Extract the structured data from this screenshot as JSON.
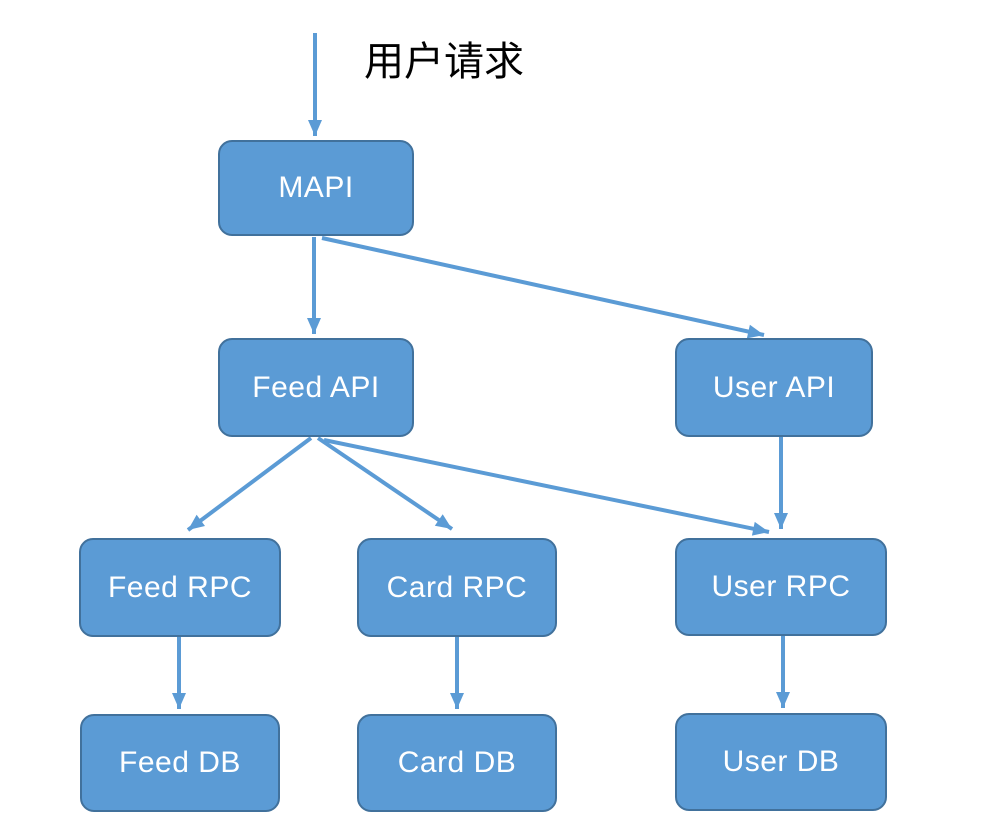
{
  "diagram": {
    "title_label": "用户请求",
    "nodes": {
      "mapi": {
        "label": "MAPI"
      },
      "feed_api": {
        "label": "Feed API"
      },
      "user_api": {
        "label": "User API"
      },
      "feed_rpc": {
        "label": "Feed RPC"
      },
      "card_rpc": {
        "label": "Card RPC"
      },
      "user_rpc": {
        "label": "User RPC"
      },
      "feed_db": {
        "label": "Feed DB"
      },
      "card_db": {
        "label": "Card DB"
      },
      "user_db": {
        "label": "User DB"
      }
    },
    "edges": [
      {
        "from": "用户请求",
        "to": "MAPI"
      },
      {
        "from": "MAPI",
        "to": "Feed API"
      },
      {
        "from": "MAPI",
        "to": "User API"
      },
      {
        "from": "Feed API",
        "to": "Feed RPC"
      },
      {
        "from": "Feed API",
        "to": "Card RPC"
      },
      {
        "from": "Feed API",
        "to": "User RPC"
      },
      {
        "from": "User API",
        "to": "User RPC"
      },
      {
        "from": "Feed RPC",
        "to": "Feed DB"
      },
      {
        "from": "Card RPC",
        "to": "Card DB"
      },
      {
        "from": "User RPC",
        "to": "User DB"
      }
    ],
    "colors": {
      "node_fill": "#5B9BD5",
      "node_border": "#41719C",
      "arrow": "#5B9BD5",
      "node_text": "#FFFFFF",
      "title_text": "#000000"
    }
  }
}
